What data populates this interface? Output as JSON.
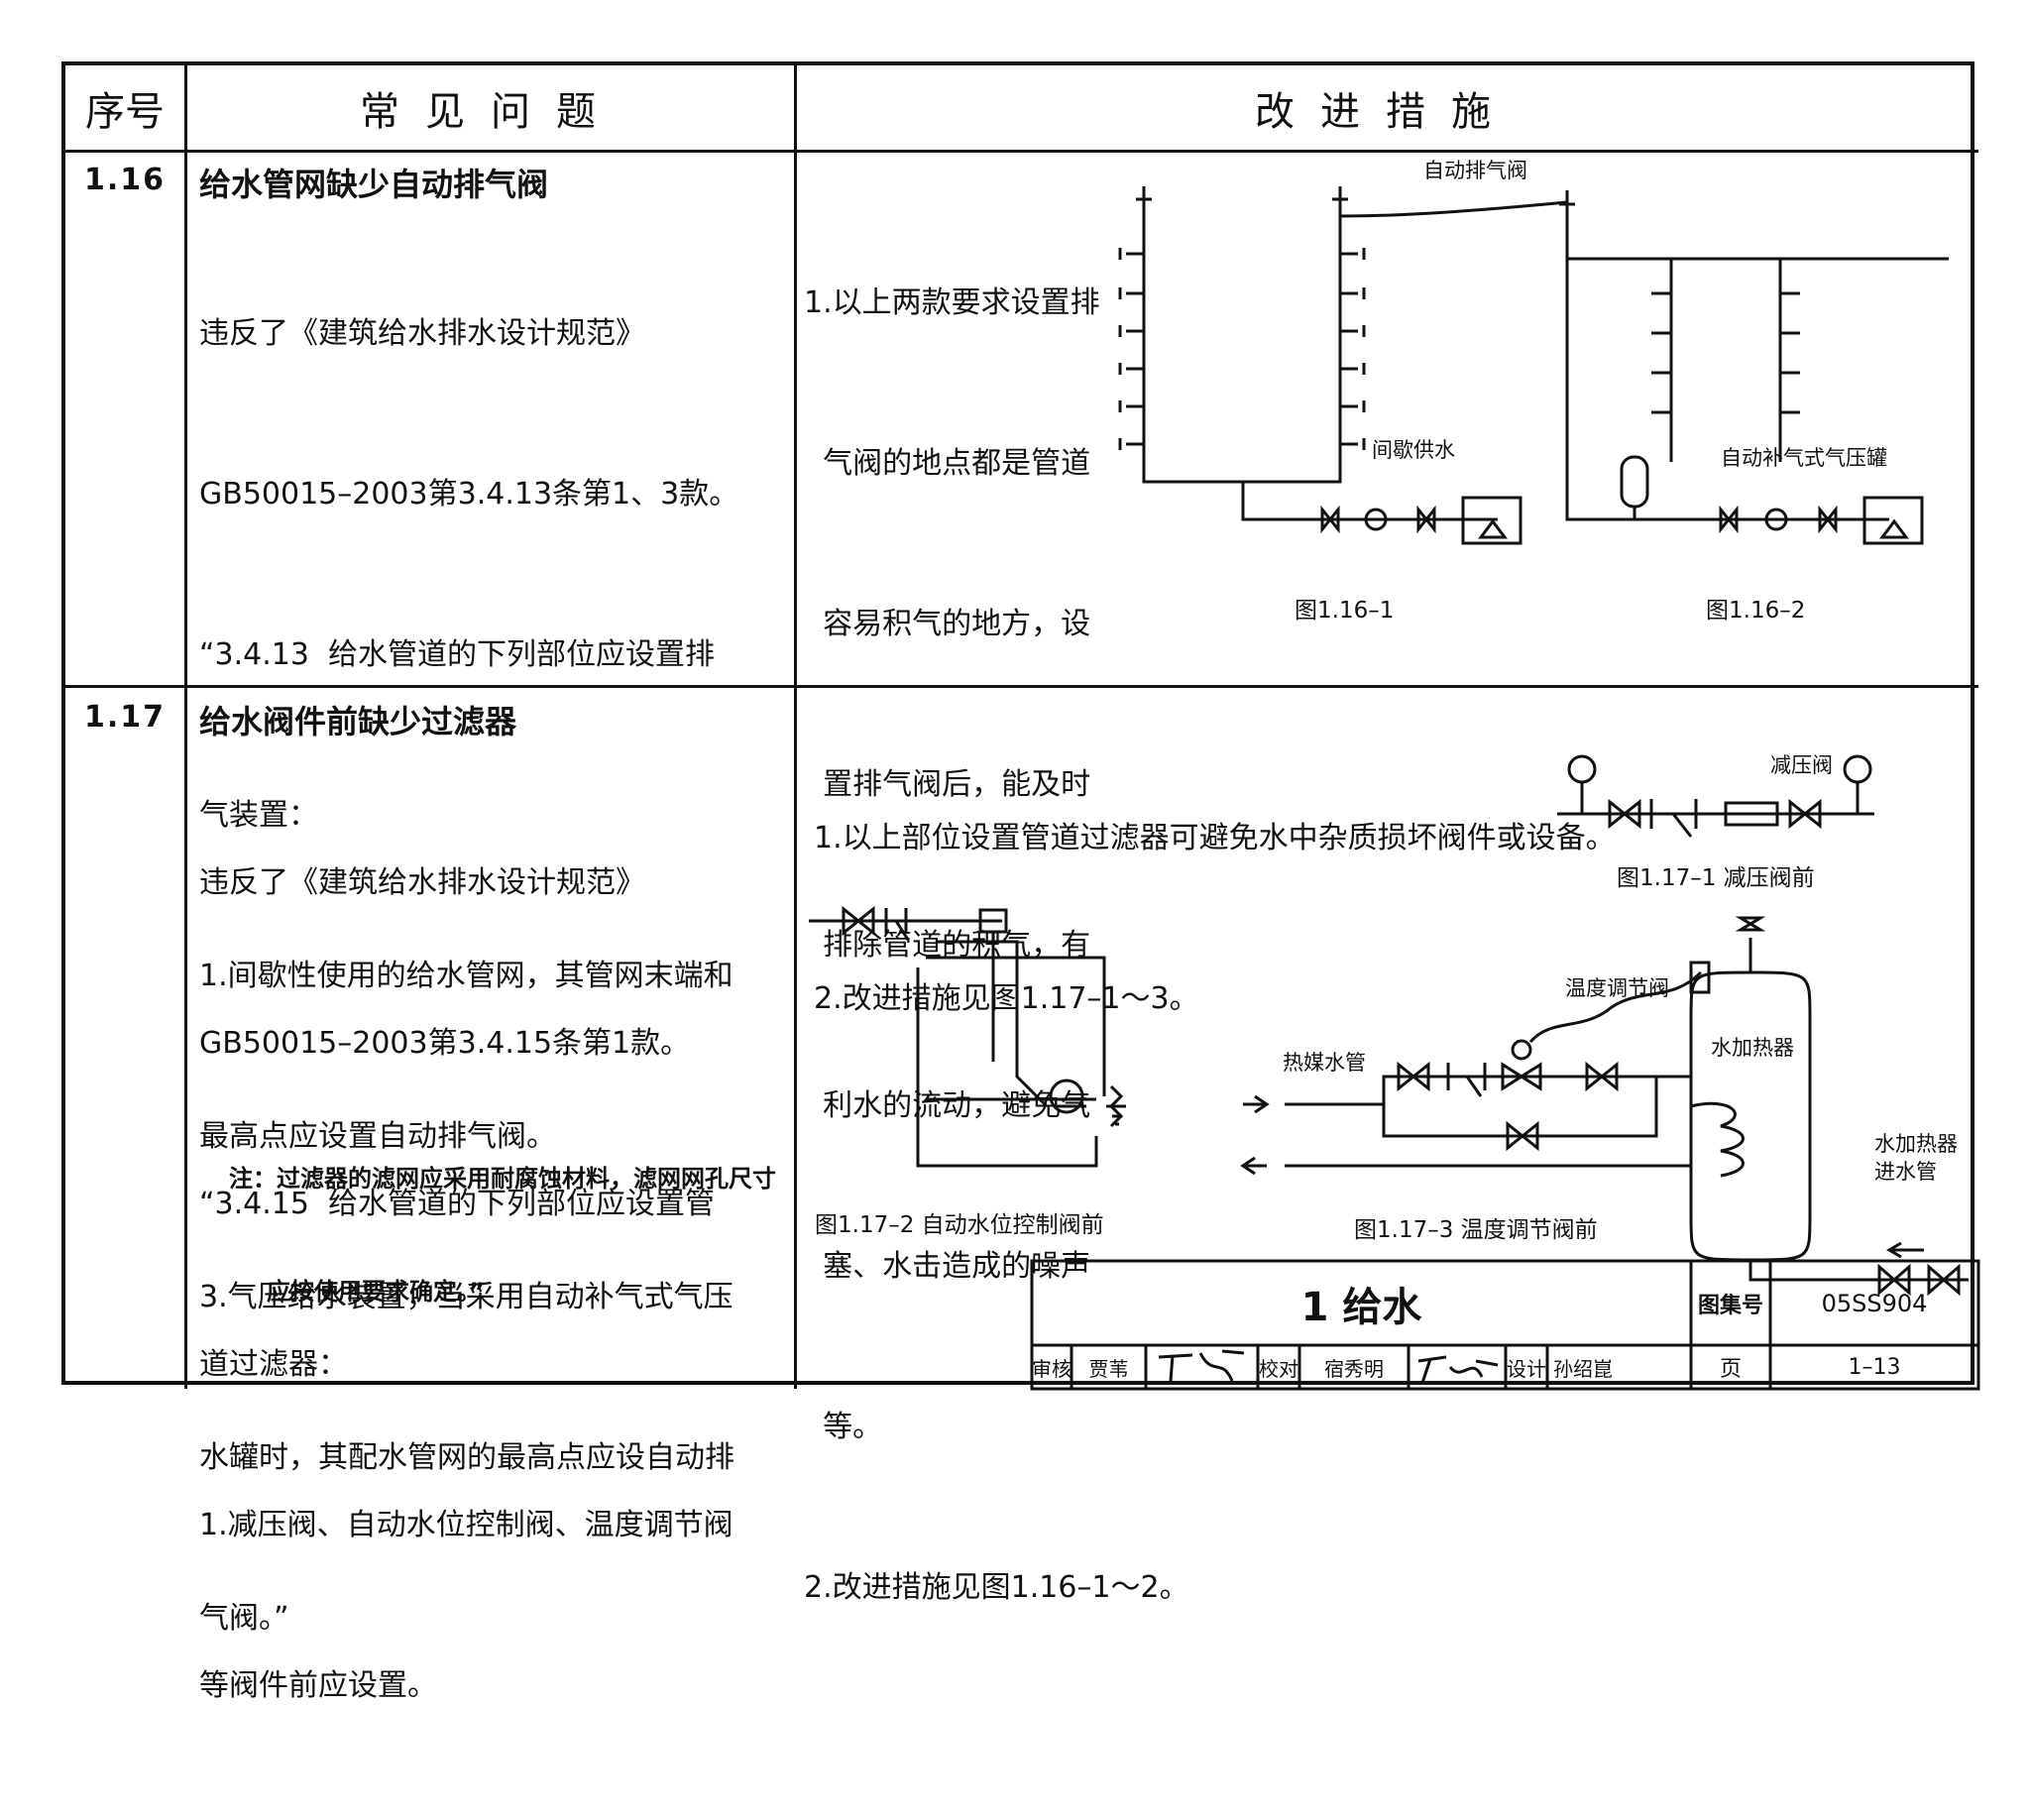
{
  "header": {
    "col_no": "序号",
    "col_problem": "常见问题",
    "col_measure": "改进措施"
  },
  "rows": [
    {
      "no": "1.16",
      "title": "给水管网缺少自动排气阀",
      "lines": [
        "违反了《建筑给水排水设计规范》",
        "GB50015–2003第3.4.13条第1、3款。",
        "“3.4.13  给水管道的下列部位应设置排",
        "气装置：",
        "1.间歇性使用的给水管网，其管网末端和",
        "最高点应设置自动排气阀。",
        "3.气压给水装置，当采用自动补气式气压",
        "水罐时，其配水管网的最高点应设自动排",
        "气阀。”"
      ],
      "measures": [
        "1.以上两款要求设置排",
        "  气阀的地点都是管道",
        "  容易积气的地方，设",
        "  置排气阀后，能及时",
        "  排除管道的积气，有",
        "  利水的流动，避免气",
        "  塞、水击造成的噪声",
        "  等。",
        "2.改进措施见图1.16–1～2。"
      ],
      "fig_labels": {
        "auto_vent": "自动排气阀",
        "intermittent": "间歇供水",
        "tank": "自动补气式气压罐"
      },
      "captions": [
        "图1.16–1",
        "图1.16–2"
      ]
    },
    {
      "no": "1.17",
      "title": "给水阀件前缺少过滤器",
      "lines": [
        "违反了《建筑给水排水设计规范》",
        "GB50015–2003第3.4.15条第1款。",
        "“3.4.15  给水管道的下列部位应设置管",
        "道过滤器：",
        "1.减压阀、自动水位控制阀、温度调节阀",
        "等阀件前应设置。"
      ],
      "note": [
        "注：过滤器的滤网应采用耐腐蚀材料，滤网网孔尺寸",
        "应按使用要求确定。”"
      ],
      "measures": [
        "1.以上部位设置管道过滤器可避免水中杂质损坏阀件或设备。",
        "2.改进措施见图1.17–1～3。"
      ],
      "fig_labels": {
        "prv": "减压阀",
        "temp_valve": "温度调节阀",
        "heat_media": "热媒水管",
        "heater": "水加热器",
        "heater_inlet_1": "水加热器",
        "heater_inlet_2": "进水管"
      },
      "captions": [
        "图1.17–1  减压阀前",
        "图1.17–2  自动水位控制阀前",
        "图1.17–3  温度调节阀前"
      ]
    }
  ],
  "title_block": {
    "title": "1  给水",
    "atlas_label": "图集号",
    "atlas_no": "05SS904",
    "page_label": "页",
    "page_no": "1–13",
    "review_label": "审核",
    "reviewer": "贾苇",
    "check_label": "校对",
    "checker": "宿秀明",
    "design_label": "设计",
    "designer": "孙绍崑"
  }
}
